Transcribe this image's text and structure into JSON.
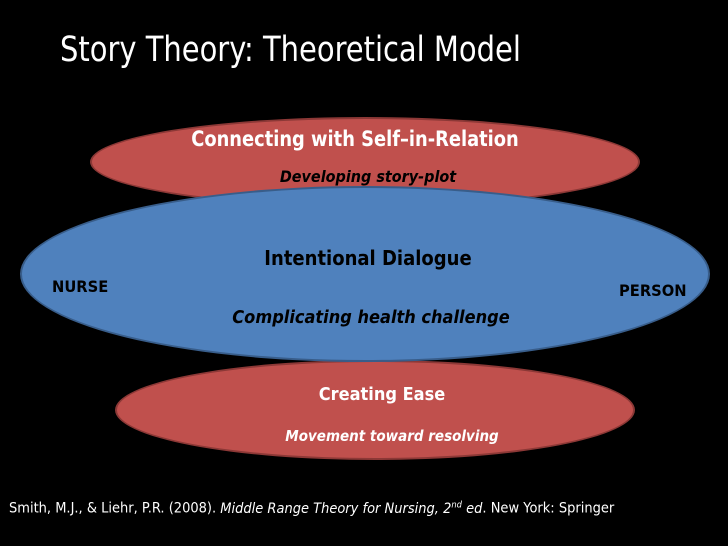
{
  "title": "Story Theory:  Theoretical Model",
  "ellipses": {
    "top": {
      "heading": "Connecting with Self–in-Relation",
      "subtext": "Developing story-plot",
      "color": "#c0504d"
    },
    "middle": {
      "heading": "Intentional Dialogue",
      "subtext": "Complicating health challenge",
      "left_label": "NURSE",
      "right_label": "PERSON",
      "color": "#4f81bd"
    },
    "bottom": {
      "heading": "Creating Ease",
      "subtext": "Movement toward resolving",
      "color": "#c0504d"
    }
  },
  "citation": {
    "authors": "Smith, M.J., & Liehr, P.R.  (2008).",
    "book_title": "Middle Range Theory for Nursing, 2",
    "edition_sup": "nd",
    "edition_rest": " ed",
    "publisher": ".  New York:  Springer"
  }
}
